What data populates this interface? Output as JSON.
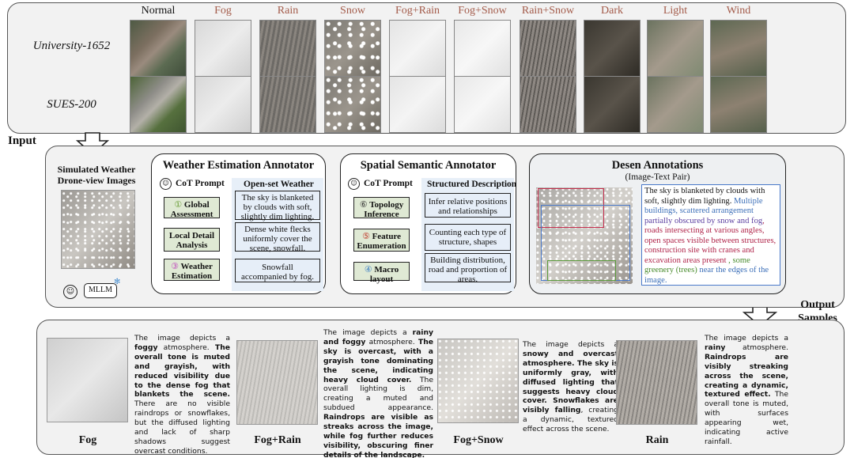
{
  "top": {
    "headers": [
      "Normal",
      "Fog",
      "Rain",
      "Snow",
      "Fog+Rain",
      "Fog+Snow",
      "Rain+Snow",
      "Dark",
      "Light",
      "Wind"
    ],
    "rows": [
      {
        "label": "University-1652"
      },
      {
        "label": "SUES-200"
      }
    ]
  },
  "input_label": "Input",
  "output_label_1": "Output",
  "output_label_2": "Samples",
  "left": {
    "title_1": "Simulated Weather",
    "title_2": "Drone-view Images",
    "mllm_label": "MLLM"
  },
  "weather": {
    "title": "Weather Estimation Annotator",
    "cot": "CoT Prompt",
    "col_header": "Open-set Weather",
    "steps": [
      {
        "num": "①",
        "label": "Global Assessment"
      },
      {
        "num": "",
        "label": "Local Detail Analysis"
      },
      {
        "num": "③",
        "label": "Weather Estimation"
      }
    ],
    "descs": [
      "The sky is blanketed by clouds with soft, slightly dim lighting.",
      "Dense white flecks uniformly cover the scene, snowfall.",
      "Snowfall accompanied by fog."
    ]
  },
  "spatial": {
    "title": "Spatial Semantic Annotator",
    "cot": "CoT Prompt",
    "col_header": "Structured Description",
    "steps": [
      {
        "num": "⑥",
        "label": "Topology Inference"
      },
      {
        "num": "⑤",
        "label": "Feature Enumeration"
      },
      {
        "num": "④",
        "label": "Macro layout"
      }
    ],
    "descs": [
      "Infer relative positions and relationships",
      "Counting each type of structure, shapes",
      "Building distribution, road and proportion of areas."
    ]
  },
  "annot": {
    "title": "Desen Annotations",
    "subtitle": "(Image-Text Pair)",
    "part1": "The sky is blanketed by clouds with soft, slightly dim lighting.",
    "part2": "Multiple buildings, scattered arrangement ",
    "part3": "partially obscured by snow and fog",
    "part4": ", roads intersecting at various angles, open spaces visible between structures, construction site with cranes and excavation areas present",
    "part5": " , some greenery (trees)",
    "part6": " near the edges of the image."
  },
  "samples": [
    {
      "label": "Fog",
      "text_html": "The image depicts a <b>foggy</b> atmosphere. <b>The overall tone is muted and grayish, with reduced visibility due to the dense fog that blankets the scene.</b> There are no visible raindrops or snowflakes, but the diffused lighting and lack of sharp shadows suggest overcast conditions."
    },
    {
      "label": "Fog+Rain",
      "text_html": "The image depicts a <b>rainy and foggy</b> atmosphere. <b>The sky is overcast, with a grayish tone dominating the scene, indicating heavy cloud cover.</b> The overall lighting is dim, creating a muted and subdued appearance. <b>Raindrops are visible as streaks across the image, while fog further reduces visibility, obscuring finer details of the landscape.</b>"
    },
    {
      "label": "Fog+Snow",
      "text_html": "The image depicts a <b>snowy and overcast atmosphere. The sky is uniformly gray, with diffused lighting that suggests heavy cloud cover. Snowflakes are visibly falling</b>, creating a dynamic, textured effect across the scene."
    },
    {
      "label": "Rain",
      "text_html": "The image depicts a <b>rainy</b> atmosphere. <b>Raindrops are visibly streaking across the scene, creating a dynamic, textured effect.</b> The overall tone is muted, with surfaces appearing wet, indicating active rainfall."
    }
  ]
}
